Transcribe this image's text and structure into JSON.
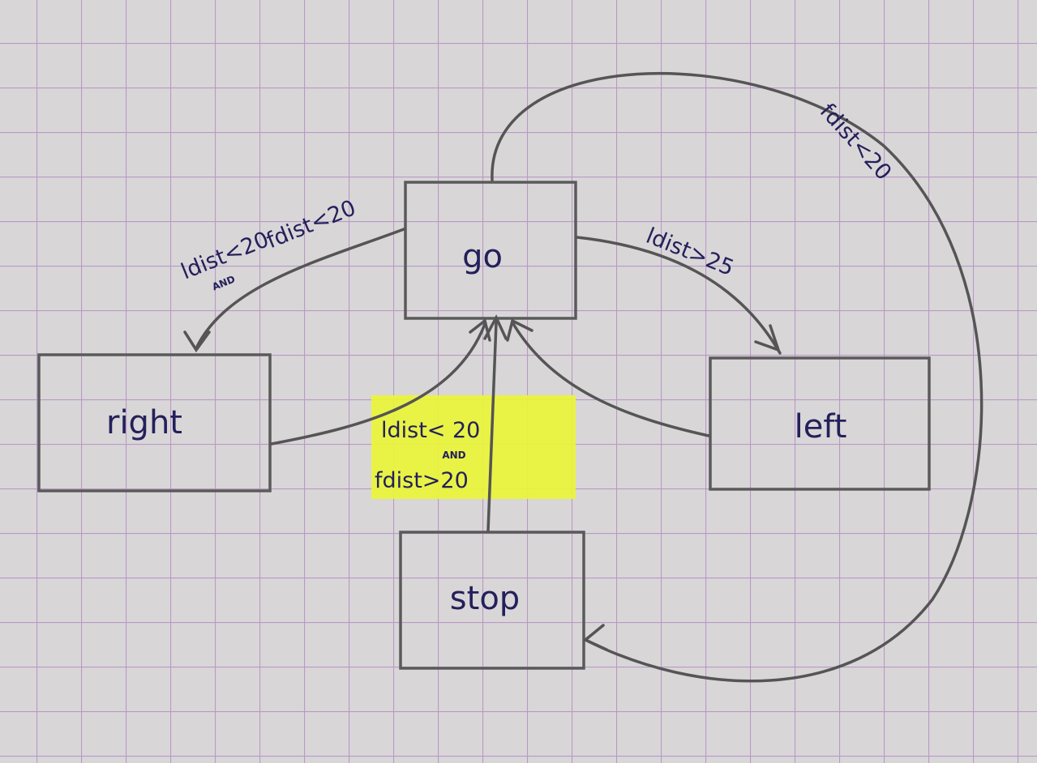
{
  "states": {
    "go": "go",
    "right": "right",
    "left": "left",
    "stop": "stop"
  },
  "transitions": {
    "go_to_right": {
      "line1": "ldist<20",
      "connector": "AND",
      "line2": "fdist<20"
    },
    "go_to_left": {
      "label": "ldist>25"
    },
    "go_to_stop": {
      "label": "fdist<20"
    },
    "to_go": {
      "line1": "ldist< 20",
      "connector": "AND",
      "line2": "fdist>20"
    }
  },
  "colors": {
    "paper": "#d9d6d8",
    "grid": "#b79ac4",
    "pencil": "#5a5a5a",
    "ink": "#24205a",
    "highlight": "#e9f53a"
  }
}
